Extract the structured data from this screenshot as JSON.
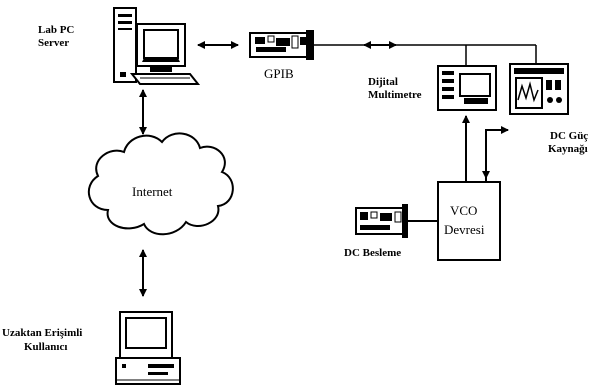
{
  "nodes": {
    "lab_pc": {
      "line1": "Lab PC",
      "line2": "Server"
    },
    "gpib": {
      "label": "GPIB"
    },
    "dmm": {
      "line1": "Dijital",
      "line2": "Multimetre"
    },
    "dc_supply": {
      "line1": "DC Güç",
      "line2": "Kaynağı"
    },
    "internet": {
      "label": "Internet"
    },
    "vco": {
      "line1": "VCO",
      "line2": "Devresi"
    },
    "dc_bias": {
      "label": "DC Besleme"
    },
    "remote_user": {
      "line1": "Uzaktan Erişimli",
      "line2": "Kullanıcı"
    }
  }
}
